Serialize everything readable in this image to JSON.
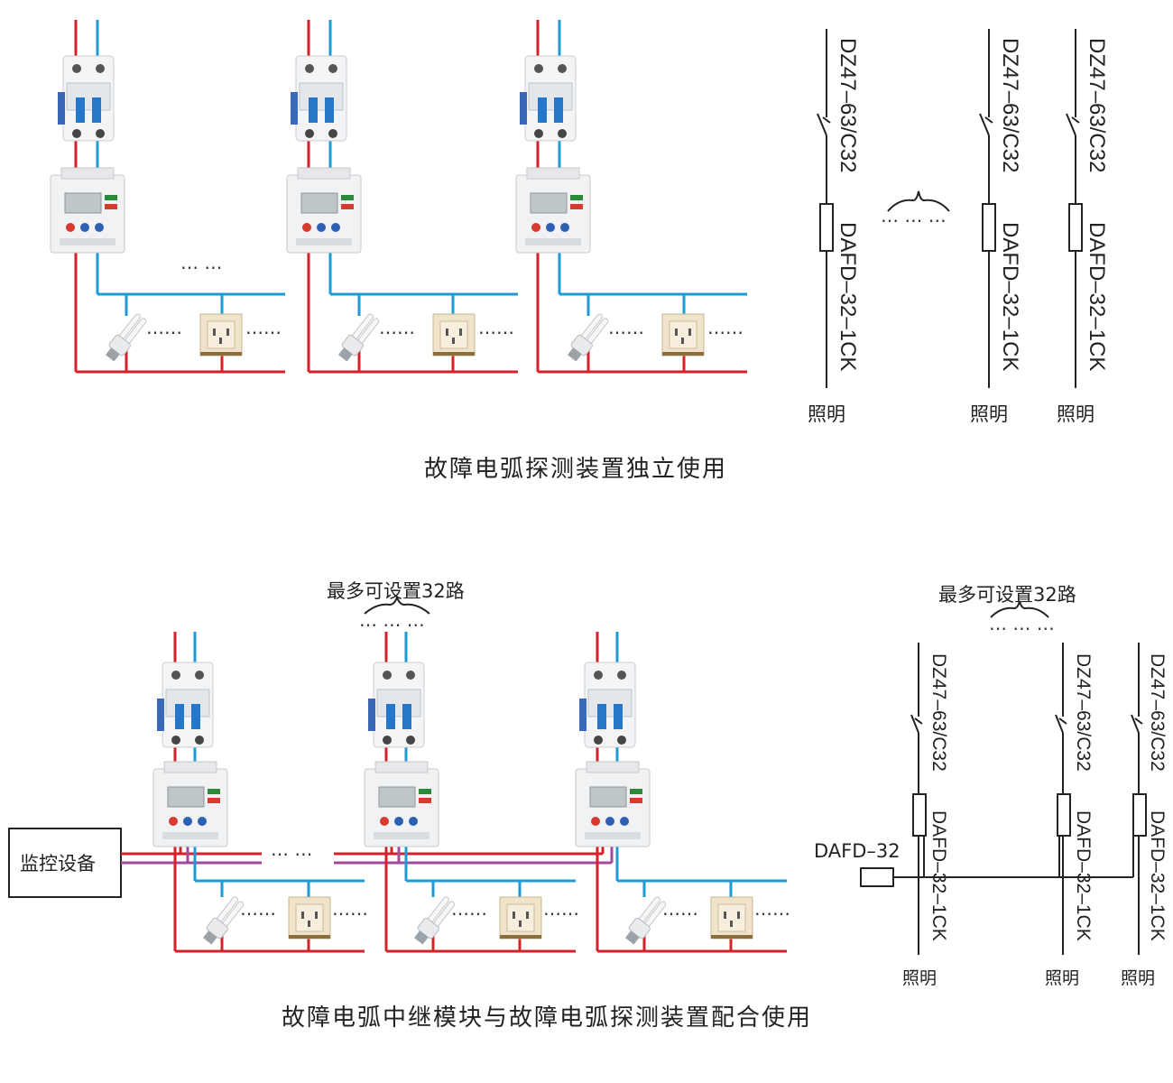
{
  "top": {
    "caption": "故障电弧探测装置独立使用",
    "dots": "… …",
    "lamp_dots": "……",
    "schematic": {
      "breaker_model": "DZ47–63/C32",
      "device_model": "DAFD–32–1CK",
      "load_label": "照明",
      "dots": "… … …"
    }
  },
  "bottom": {
    "caption": "故障电弧中继模块与故障电弧探测装置配合使用",
    "max_label": "最多可设置32路",
    "monitor_label": "监控设备",
    "dots": "… …",
    "lamp_dots": "……",
    "schematic": {
      "max_label": "最多可设置32路",
      "relay_label": "DAFD–32",
      "breaker_model": "DZ47–63/C32",
      "device_model": "DAFD–32–1CK",
      "load_label": "照明",
      "dots": "… … …"
    }
  },
  "colors": {
    "live": "#d6202a",
    "neutral": "#1e9ad6",
    "signal": "#a04b9a",
    "line": "#222222"
  }
}
